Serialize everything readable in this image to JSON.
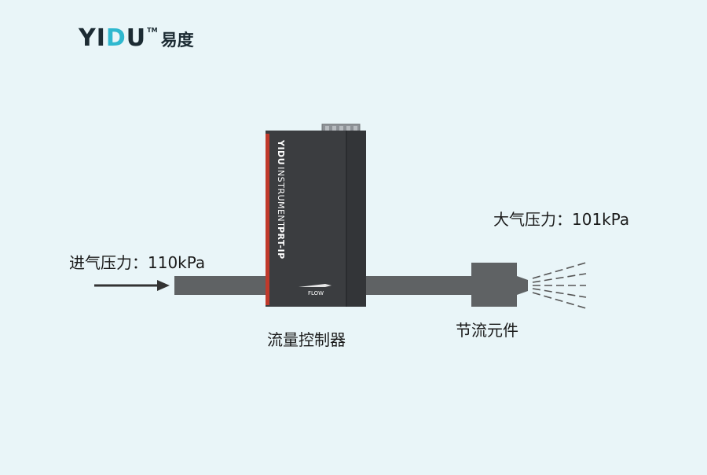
{
  "logo": {
    "mark_prefix": "YI",
    "mark_accent": "D",
    "mark_suffix": "U",
    "trademark": "TM",
    "chinese": "易度"
  },
  "labels": {
    "inlet": "进气压力：110kPa",
    "atmosphere": "大气压力：101kPa",
    "controller": "流量控制器",
    "throttle": "节流元件"
  },
  "device": {
    "brand_bold": "YIDU",
    "brand_light": "INSTRUMENT",
    "model": "PRT-IP",
    "flow_label": "FLOW"
  },
  "colors": {
    "background": "#e9f5f8",
    "pipe": "#5f6264",
    "device_body": "#3b3d40",
    "accent_red": "#c0392b",
    "logo_accent": "#2fb8cf"
  }
}
